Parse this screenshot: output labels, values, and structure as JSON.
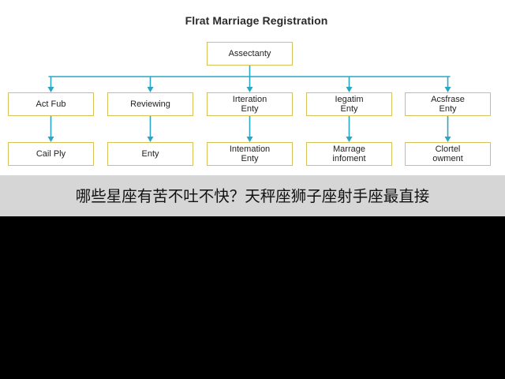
{
  "diagram": {
    "title": "Flrat Marriage Registration",
    "root": "Assectanty",
    "columns": [
      {
        "top": "Act Fub",
        "bottom": "Cail Ply"
      },
      {
        "top": "Reviewing",
        "bottom": "Enty"
      },
      {
        "top": "Irteration\nEnty",
        "bottom": "Intemation\nEnty"
      },
      {
        "top": "Iegatim\nEnty",
        "bottom": "Marrage\ninfoment"
      },
      {
        "top": "Acsfrase\nEnty",
        "bottom": "Clortel\nowment"
      }
    ],
    "colors": {
      "box_border": "#d7c25a",
      "connector": "#2aa6c4",
      "text": "#222222"
    }
  },
  "caption": "哪些星座有苦不吐不快？天秤座狮子座射手座最直接"
}
